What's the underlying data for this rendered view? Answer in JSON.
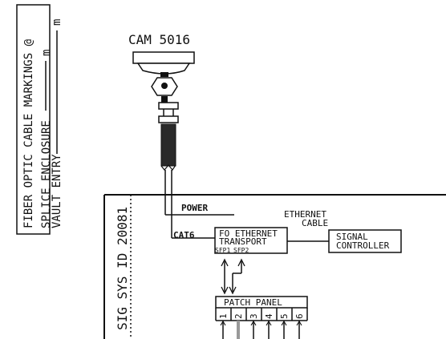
{
  "markings_box": {
    "title": "FIBER OPTIC CABLE MARKINGS @",
    "line1_label": "SPLICE ENCLOSURE",
    "line1_unit": "m",
    "line2_label": "VAULT ENTRY",
    "line2_unit": "m"
  },
  "camera": {
    "label": "CAM 5016"
  },
  "cabinet": {
    "id_label": "SIG SYS ID 20081",
    "power_label": "POWER",
    "ethernet_cable_label_1": "ETHERNET",
    "ethernet_cable_label_2": "CABLE",
    "cat6_label": "CAT6",
    "fo_transport": {
      "line1": "FO ETHERNET",
      "line2": "TRANSPORT",
      "port1": "SFP1",
      "port2": "SFP2"
    },
    "signal_controller": {
      "line1": "SIGNAL",
      "line2": "CONTROLLER"
    },
    "patch_panel": {
      "label": "PATCH PANEL",
      "ports": [
        "1",
        "2",
        "3",
        "4",
        "5",
        "6"
      ]
    }
  },
  "colors": {
    "ink": "#111111",
    "background": "#ffffff"
  }
}
